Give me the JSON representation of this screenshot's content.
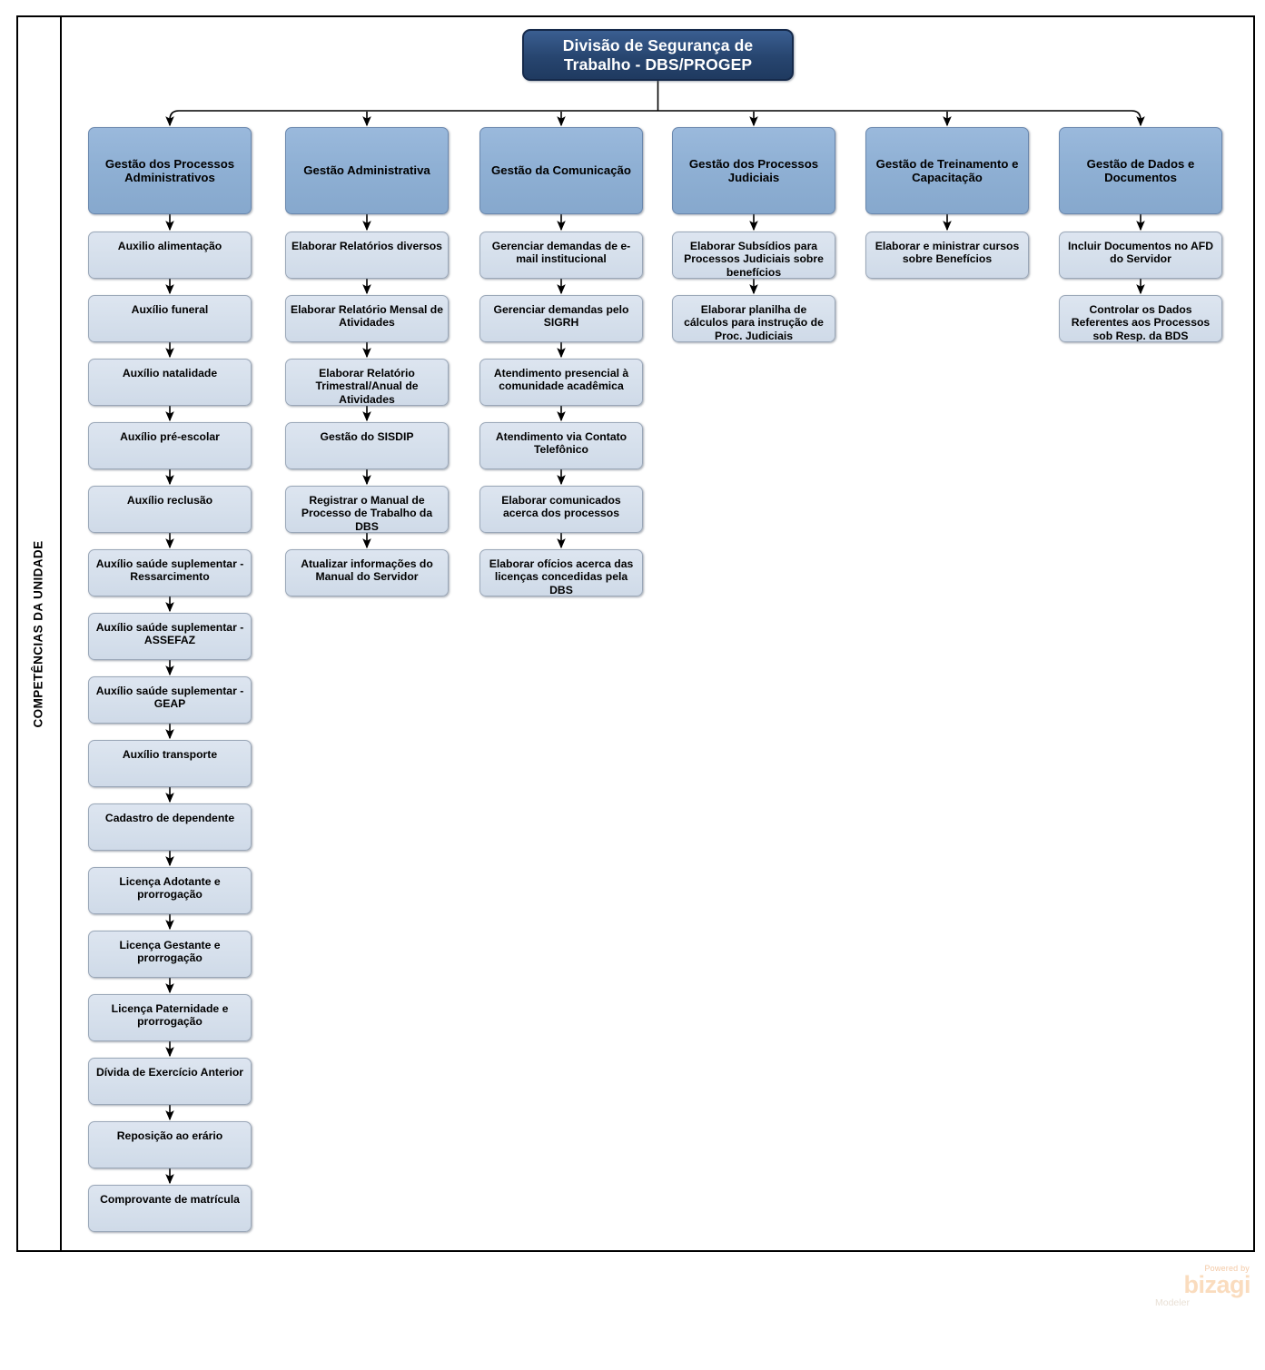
{
  "lane": {
    "title": "COMPETÊNCIAS DA UNIDADE"
  },
  "root": {
    "label": "Divisão de Segurança de Trabalho - DBS/PROGEP"
  },
  "colors": {
    "root_fill": "#27456f",
    "root_border": "#15294a",
    "category_fill": "#8fb0d4",
    "category_border": "#6a87ad",
    "task_fill": "#d6e0ec",
    "task_border": "#9aa7b8",
    "connector": "#000000",
    "frame": "#000000",
    "logo_word": "#fadcbe",
    "logo_powered": "#f3c9a6"
  },
  "columns": [
    {
      "id": "processos-administrativos",
      "header": "Gestão dos Processos Administrativos",
      "tasks": [
        "Auxilio alimentação",
        "Auxílio funeral",
        "Auxílio natalidade",
        "Auxílio pré-escolar",
        "Auxílio  reclusão",
        "Auxílio saúde suplementar - Ressarcimento",
        "Auxílio saúde suplementar - ASSEFAZ",
        "Auxílio saúde suplementar - GEAP",
        "Auxílio  transporte",
        "Cadastro de dependente",
        "Licença Adotante e prorrogação",
        "Licença Gestante e prorrogação",
        "Licença Paternidade e prorrogação",
        "Dívida de Exercício Anterior",
        "Reposição ao erário",
        "Comprovante de matrícula"
      ]
    },
    {
      "id": "administrativa",
      "header": "Gestão Administrativa",
      "tasks": [
        "Elaborar Relatórios diversos",
        "Elaborar Relatório Mensal de Atividades",
        "Elaborar Relatório Trimestral/Anual de Atividades",
        "Gestão do SISDIP",
        "Registrar o Manual de Processo de Trabalho da DBS",
        "Atualizar informações do Manual do Servidor"
      ]
    },
    {
      "id": "comunicacao",
      "header": "Gestão da Comunicação",
      "tasks": [
        "Gerenciar demandas de e-mail institucional",
        "Gerenciar demandas pelo SIGRH",
        "Atendimento presencial à comunidade acadêmica",
        "Atendimento via Contato Telefônico",
        "Elaborar comunicados acerca dos processos",
        "Elaborar ofícios acerca das licenças concedidas pela DBS"
      ]
    },
    {
      "id": "processos-judiciais",
      "header": "Gestão dos Processos Judiciais",
      "tasks": [
        "Elaborar Subsídios para Processos Judiciais sobre benefícios",
        "Elaborar planilha de cálculos para instrução de Proc. Judiciais"
      ]
    },
    {
      "id": "treinamento-capacitacao",
      "header": "Gestão de Treinamento e Capacitação",
      "tasks": [
        "Elaborar e ministrar cursos sobre Benefícios"
      ]
    },
    {
      "id": "dados-documentos",
      "header": "Gestão de Dados e Documentos",
      "tasks": [
        "Incluir Documentos no AFD do Servidor",
        "Controlar os Dados Referentes aos Processos sob Resp. da BDS"
      ]
    }
  ],
  "logo": {
    "powered_by": "Powered by",
    "word": "bizagi",
    "product": "Modeler"
  }
}
